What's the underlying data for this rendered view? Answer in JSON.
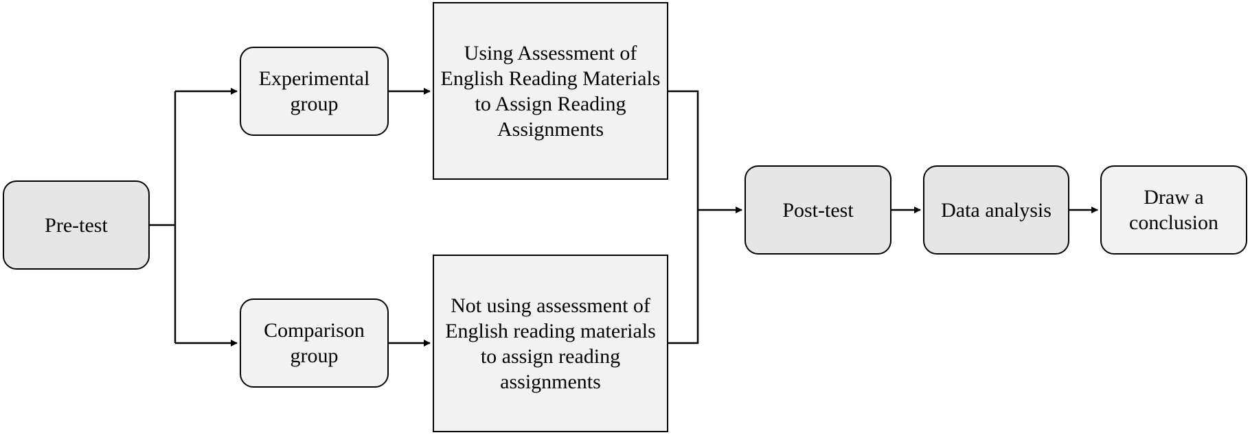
{
  "diagram": {
    "pre_test": "Pre-test",
    "experimental_group": "Experimental group",
    "comparison_group": "Comparison group",
    "experimental_treatment": "Using Assessment of English Reading Materials to Assign Reading Assignments",
    "comparison_treatment": "Not using assessment of English reading materials to assign reading assignments",
    "post_test": "Post-test",
    "data_analysis": "Data analysis",
    "conclusion": "Draw a conclusion"
  }
}
